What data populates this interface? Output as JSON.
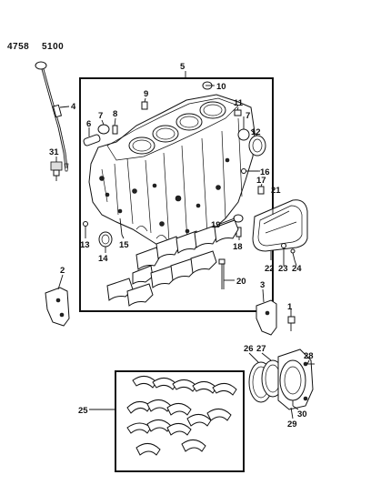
{
  "header": {
    "code_left": "4758",
    "code_right": "5100"
  },
  "callouts": [
    "1",
    "2",
    "3",
    "4",
    "5",
    "6",
    "7",
    "8",
    "9",
    "10",
    "11",
    "7",
    "12",
    "16",
    "17",
    "31",
    "21",
    "13",
    "14",
    "15",
    "19",
    "18",
    "22",
    "23",
    "24",
    "20",
    "26",
    "27",
    "28",
    "25",
    "30",
    "29"
  ]
}
